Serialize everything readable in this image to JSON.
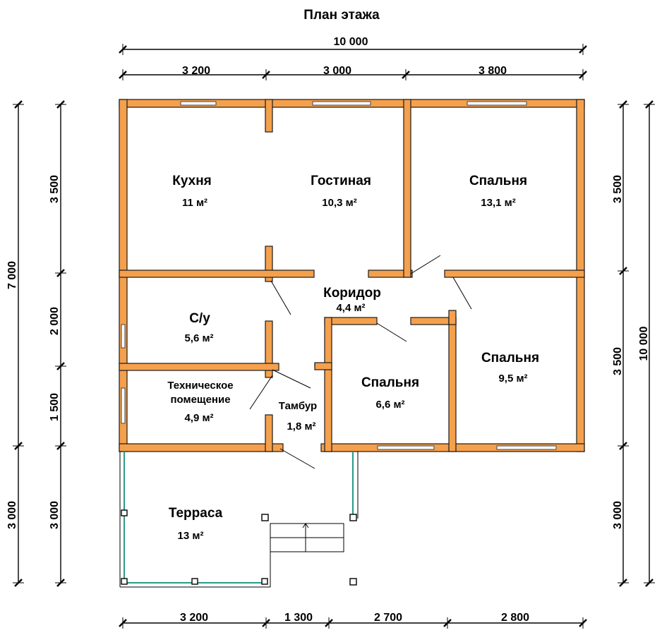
{
  "title": "План  этажа",
  "dims": {
    "top_total": "10 000",
    "top_1": "3 200",
    "top_2": "3 000",
    "top_3": "3 800",
    "bottom_1": "3 200",
    "bottom_2": "1 300",
    "bottom_3": "2 700",
    "bottom_4": "2 800",
    "left_outer_1": "7 000",
    "left_outer_2": "3 000",
    "left_inner_1": "3 500",
    "left_inner_2": "2 000",
    "left_inner_3": "1 500",
    "left_inner_4": "3 000",
    "right_inner_1": "3 500",
    "right_inner_2": "3 500",
    "right_inner_3": "3 000",
    "right_outer": "10 000"
  },
  "rooms": {
    "kitchen": {
      "name": "Кухня",
      "area": "11 м²"
    },
    "living": {
      "name": "Гостиная",
      "area": "10,3 м²"
    },
    "bed1": {
      "name": "Спальня",
      "area": "13,1 м²"
    },
    "corridor": {
      "name": "Коридор",
      "area": "4,4 м²"
    },
    "wc": {
      "name": "С/у",
      "area": "5,6 м²"
    },
    "tech": {
      "name_1": "Техническое",
      "name_2": "помещение",
      "area": "4,9 м²"
    },
    "tambur": {
      "name": "Тамбур",
      "area": "1,8 м²"
    },
    "bed2": {
      "name": "Спальня",
      "area": "6,6 м²"
    },
    "bed3": {
      "name": "Спальня",
      "area": "9,5 м²"
    },
    "terrace": {
      "name": "Терраса",
      "area": "13 м²"
    }
  }
}
